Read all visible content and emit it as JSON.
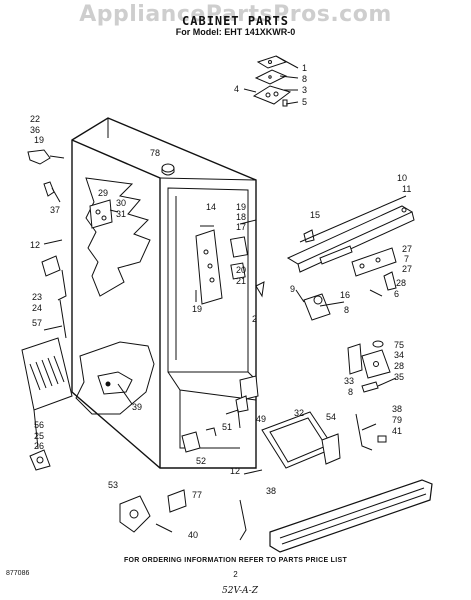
{
  "header": {
    "watermark": "AppliancePartsPros.com",
    "title": "CABINET PARTS",
    "model": "For Model: EHT 141XKWR-0"
  },
  "callouts": [
    "1",
    "8",
    "3",
    "4",
    "5",
    "22",
    "36",
    "19",
    "78",
    "10",
    "11",
    "29",
    "30",
    "31",
    "37",
    "14",
    "19",
    "18",
    "17",
    "15",
    "12",
    "27",
    "7",
    "27",
    "20",
    "21",
    "28",
    "9",
    "6",
    "16",
    "23",
    "24",
    "19",
    "8",
    "2",
    "57",
    "75",
    "34",
    "28",
    "35",
    "33",
    "8",
    "39",
    "32",
    "54",
    "38",
    "79",
    "41",
    "49",
    "56",
    "25",
    "51",
    "26",
    "52",
    "12",
    "53",
    "77",
    "38",
    "40"
  ],
  "footer": {
    "note": "FOR ORDERING INFORMATION REFER TO PARTS PRICE LIST",
    "ref": "877086",
    "page": "2",
    "code": "52V-A-Z"
  }
}
